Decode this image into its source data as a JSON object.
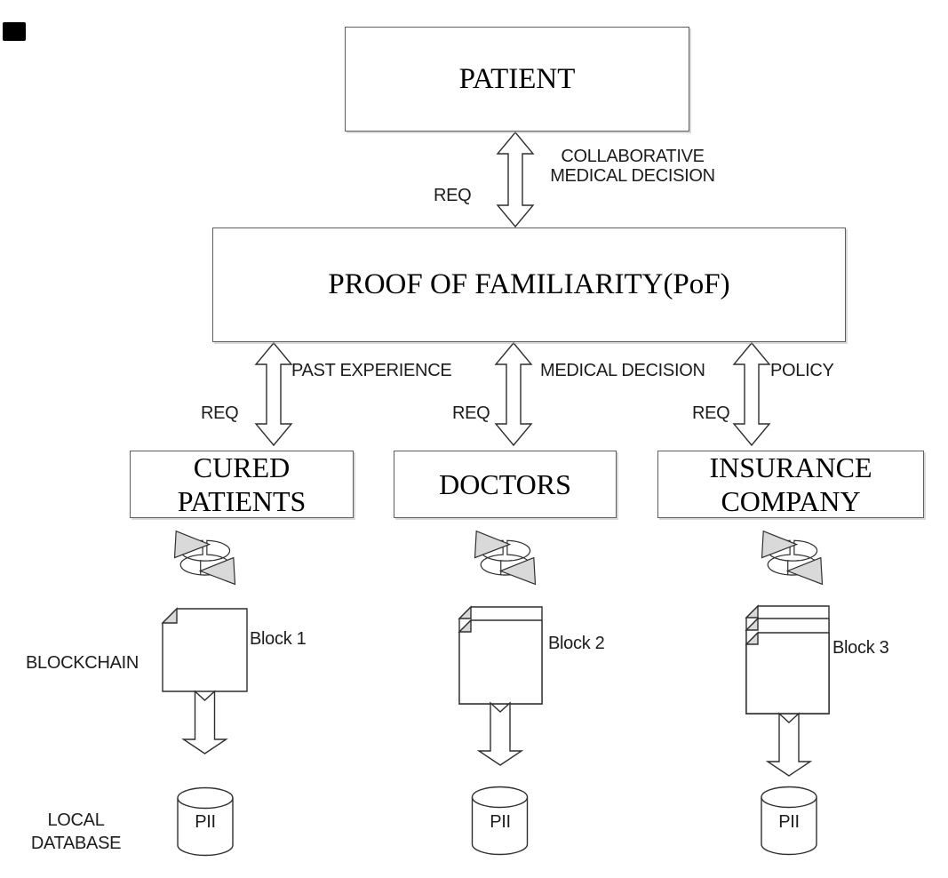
{
  "nodes": {
    "patient": "PATIENT",
    "pof": "PROOF OF FAMILIARITY(PoF)",
    "cured_patients": "CURED\nPATIENTS",
    "doctors": "DOCTORS",
    "insurance_company": "INSURANCE\nCOMPANY"
  },
  "edges": {
    "patient_pof": {
      "req": "REQ",
      "label": "COLLABORATIVE\nMEDICAL DECISION"
    },
    "pof_cured_patients": {
      "req": "REQ",
      "label": "PAST EXPERIENCE"
    },
    "pof_doctors": {
      "req": "REQ",
      "label": "MEDICAL DECISION"
    },
    "pof_insurance": {
      "req": "REQ",
      "label": "POLICY"
    }
  },
  "layers": {
    "blockchain": "BLOCKCHAIN",
    "local_database": "LOCAL\nDATABASE"
  },
  "blocks": [
    {
      "label": "Block 1"
    },
    {
      "label": "Block 2"
    },
    {
      "label": "Block 3"
    }
  ],
  "databases": [
    {
      "label": "PII"
    },
    {
      "label": "PII"
    },
    {
      "label": "PII"
    }
  ],
  "colors": {
    "stroke": "#2f2f2f",
    "fold_fill": "#d9d9d9",
    "arrowhead_fill": "#d9d9d9",
    "box_border": "#5f5f5f"
  }
}
